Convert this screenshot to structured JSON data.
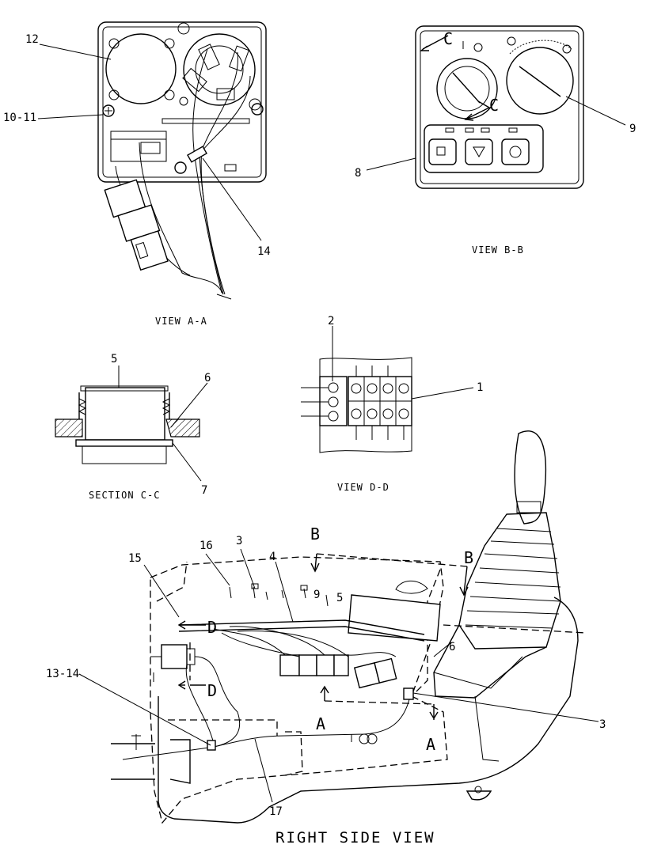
{
  "views": {
    "a": "VIEW A-A",
    "b": "VIEW B-B",
    "c": "SECTION C-C",
    "d": "VIEW D-D",
    "right": "RIGHT SIDE VIEW"
  },
  "callouts": {
    "c1": "1",
    "c2": "2",
    "c3a": "3",
    "c3b": "3",
    "c4": "4",
    "c5": "5",
    "c6a": "6",
    "c6b": "6",
    "c7": "7",
    "c8": "8",
    "c9": "9",
    "c10_11": "10-11",
    "c12": "12",
    "c13_14": "13-14",
    "c14": "14",
    "c15": "15",
    "c16": "16",
    "c17": "17"
  },
  "section_marks": {
    "a1": "A",
    "a2": "A",
    "b1": "B",
    "b2": "B",
    "c1": "C",
    "c2": "C",
    "d1": "D",
    "d2": "D"
  },
  "inline_labels": {
    "n9": "9",
    "n5": "5"
  }
}
